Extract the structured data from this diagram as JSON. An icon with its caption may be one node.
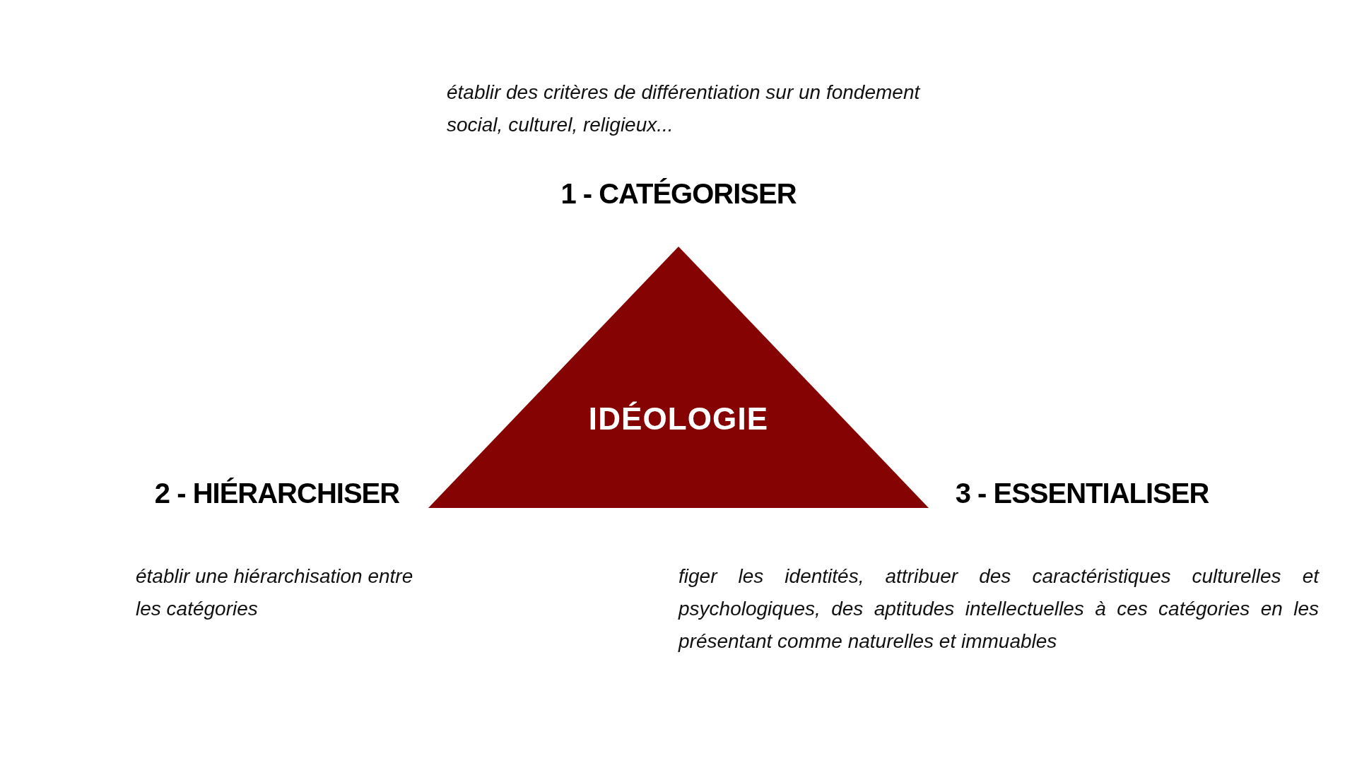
{
  "diagram": {
    "nodes": [
      {
        "text": [
          "IDÉOLOGIE"
        ]
      }
    ],
    "labels": [
      "établir des critères de différentiation sur un fondement social, culturel, religieux...",
      "1 - CATÉGORISER",
      "2 - HIÉRARCHISER",
      "3 - ESSENTIALISER",
      "établir une hiérarchisation entre les catégories",
      "figer les identités, attribuer des caractéristiques culturelles et psychologiques, des aptitudes intellectuelles à ces catégories en les présentant comme naturelles et immuables"
    ]
  }
}
